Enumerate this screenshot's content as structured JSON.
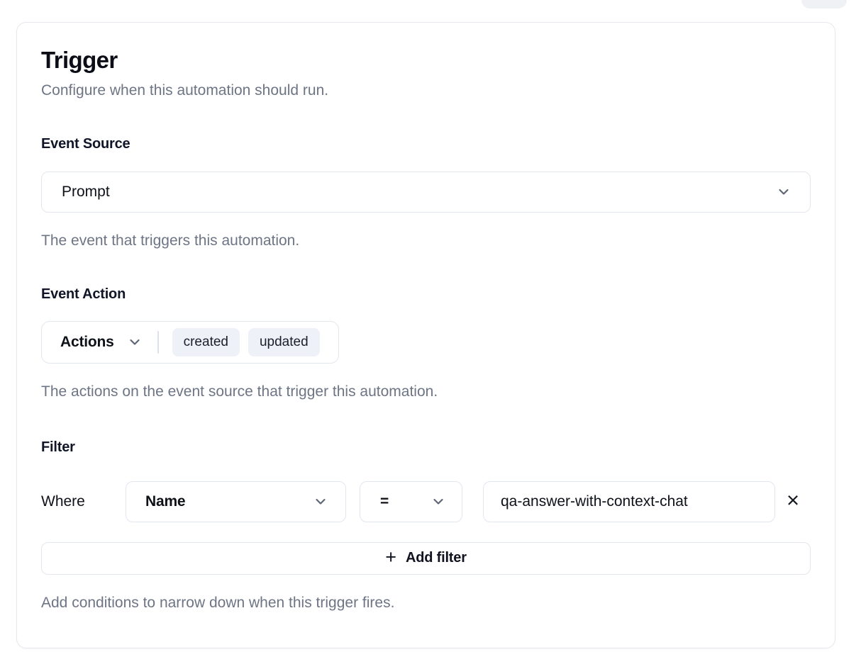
{
  "colors": {
    "border": "#e2e6ee",
    "pill_background": "#eef1f8",
    "text_primary": "#0e1118",
    "text_secondary": "#6d7585",
    "heading": "#0b0e16"
  },
  "icons": {
    "chevron_down": "chevron-down",
    "close": "×",
    "plus": "+"
  },
  "header": {
    "title": "Trigger",
    "subtitle": "Configure when this automation should run."
  },
  "event_source": {
    "label": "Event Source",
    "selected_value": "Prompt",
    "help": "The event that triggers this automation."
  },
  "event_action": {
    "label": "Event Action",
    "dropdown_label": "Actions",
    "selected_actions": [
      "created",
      "updated"
    ],
    "help": "The actions on the event source that trigger this automation."
  },
  "filter": {
    "label": "Filter",
    "where_label": "Where",
    "rows": [
      {
        "field": "Name",
        "operator": "=",
        "value": "qa-answer-with-context-chat"
      }
    ],
    "add_button_label": "Add filter",
    "help": "Add conditions to narrow down when this trigger fires."
  }
}
